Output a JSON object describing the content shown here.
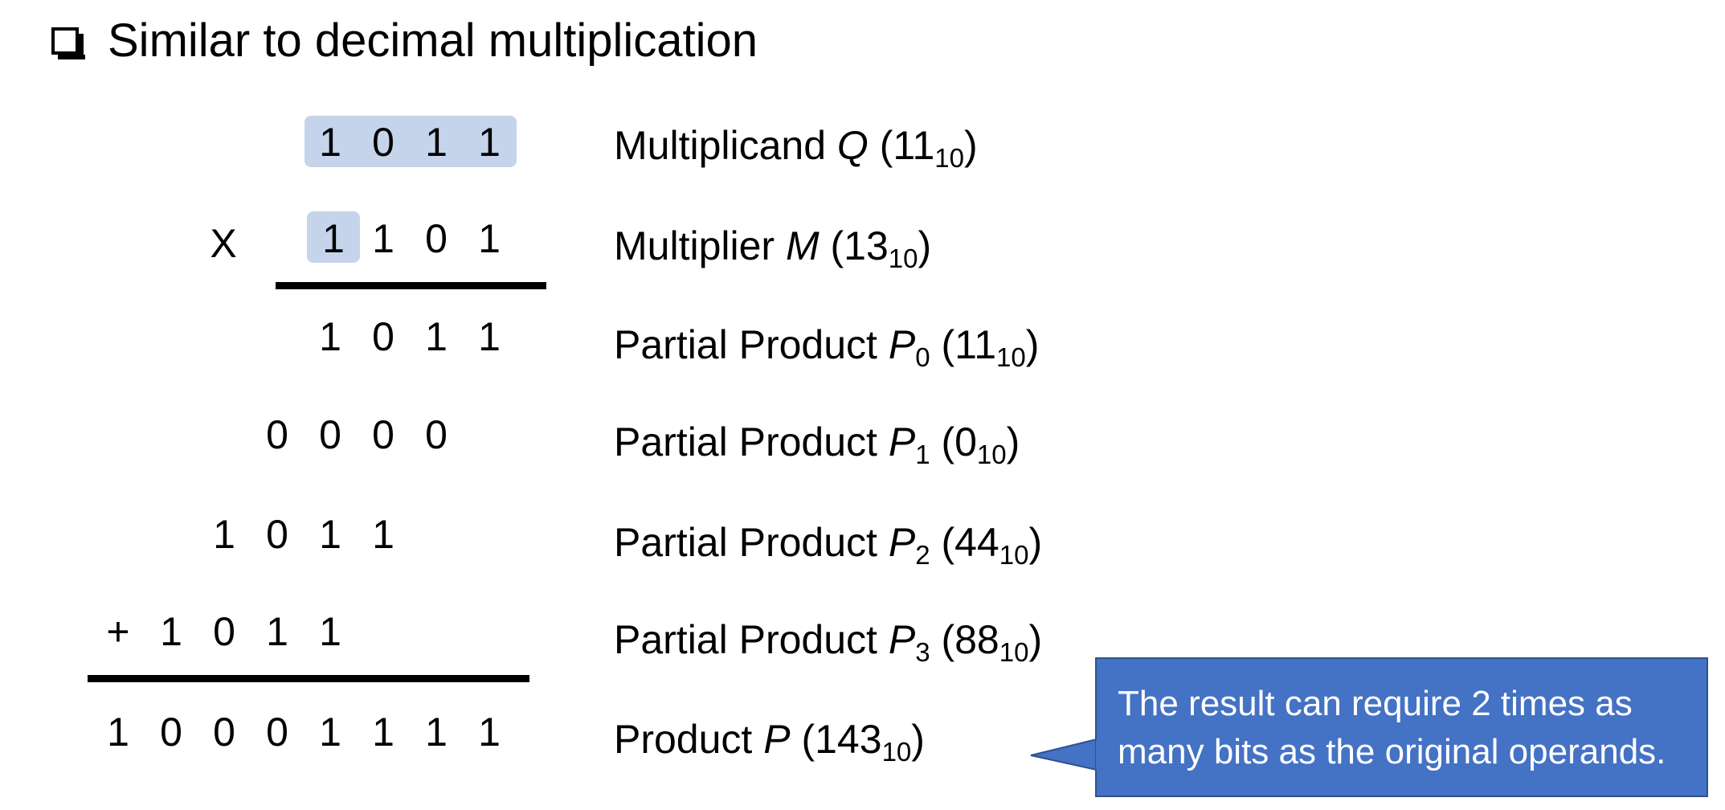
{
  "title": "Similar to decimal multiplication",
  "multiplicand": {
    "digits": [
      "1",
      "0",
      "1",
      "1"
    ],
    "label_pre": "Multiplicand ",
    "var": "Q",
    "open": " (",
    "num": "11",
    "base": "10",
    "close": ")"
  },
  "multiplier": {
    "sign": "X",
    "digits": [
      "1",
      "1",
      "0",
      "1"
    ],
    "label_pre": "Multiplier ",
    "var": "M",
    "open": " (",
    "num": "13",
    "base": "10",
    "close": ")"
  },
  "partials": [
    {
      "digits": [
        "1",
        "0",
        "1",
        "1"
      ],
      "label_pre": "Partial Product ",
      "var": "P",
      "sub": "0",
      "open": " (",
      "num": "11",
      "base": "10",
      "close": ")"
    },
    {
      "digits": [
        "0",
        "0",
        "0",
        "0"
      ],
      "label_pre": "Partial Product ",
      "var": "P",
      "sub": "1",
      "open": " (",
      "num": "0",
      "base": "10",
      "close": ")"
    },
    {
      "digits": [
        "1",
        "0",
        "1",
        "1"
      ],
      "label_pre": "Partial Product ",
      "var": "P",
      "sub": "2",
      "open": " (",
      "num": "44",
      "base": "10",
      "close": ")"
    },
    {
      "sign": "+",
      "digits": [
        "1",
        "0",
        "1",
        "1"
      ],
      "label_pre": "Partial Product ",
      "var": "P",
      "sub": "3",
      "open": " (",
      "num": "88",
      "base": "10",
      "close": ")"
    }
  ],
  "product": {
    "digits": [
      "1",
      "0",
      "0",
      "0",
      "1",
      "1",
      "1",
      "1"
    ],
    "label_pre": "Product ",
    "var": "P",
    "open": " (",
    "num": "143",
    "base": "10",
    "close": ")"
  },
  "callout": {
    "text": "The result can require 2 times as many bits as the original operands.",
    "color": "#4472c4",
    "text_color": "#ffffff"
  },
  "highlight_color": "#c5d4ea"
}
